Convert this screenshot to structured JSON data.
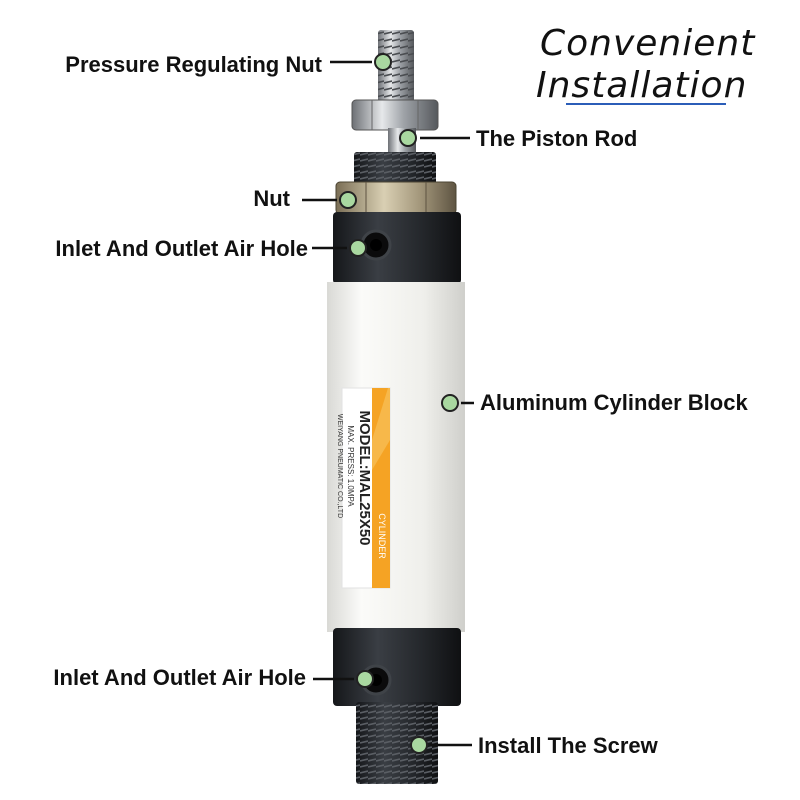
{
  "heading": {
    "line1": "Convenient",
    "line2": "Installation",
    "underline_color": "#2b5db8"
  },
  "callouts": [
    {
      "id": "pressure-regulating-nut",
      "text": "Pressure Regulating Nut"
    },
    {
      "id": "piston-rod",
      "text": "The Piston Rod"
    },
    {
      "id": "nut",
      "text": "Nut"
    },
    {
      "id": "inlet-outlet-air-hole-top",
      "text": "Inlet And Outlet Air Hole"
    },
    {
      "id": "aluminum-cylinder-block",
      "text": "Aluminum Cylinder Block"
    },
    {
      "id": "inlet-outlet-air-hole-bottom",
      "text": "Inlet And Outlet Air Hole"
    },
    {
      "id": "install-the-screw",
      "text": "Install The Screw"
    }
  ],
  "cylinder_label": {
    "brand": "CYLINDER",
    "model": "MODEL:MAL25X50",
    "pressure": "MAX. PRESS: 1.0MPA",
    "maker": "WEIYANG PNEUMATIC CO.,LTD"
  },
  "colors": {
    "dot_fill": "#a9d8a0",
    "dot_stroke": "#222222",
    "body": "#f1f1ee",
    "caps": "#26292e",
    "label_orange": "#f5a324",
    "metal": "#b9bcc0"
  }
}
